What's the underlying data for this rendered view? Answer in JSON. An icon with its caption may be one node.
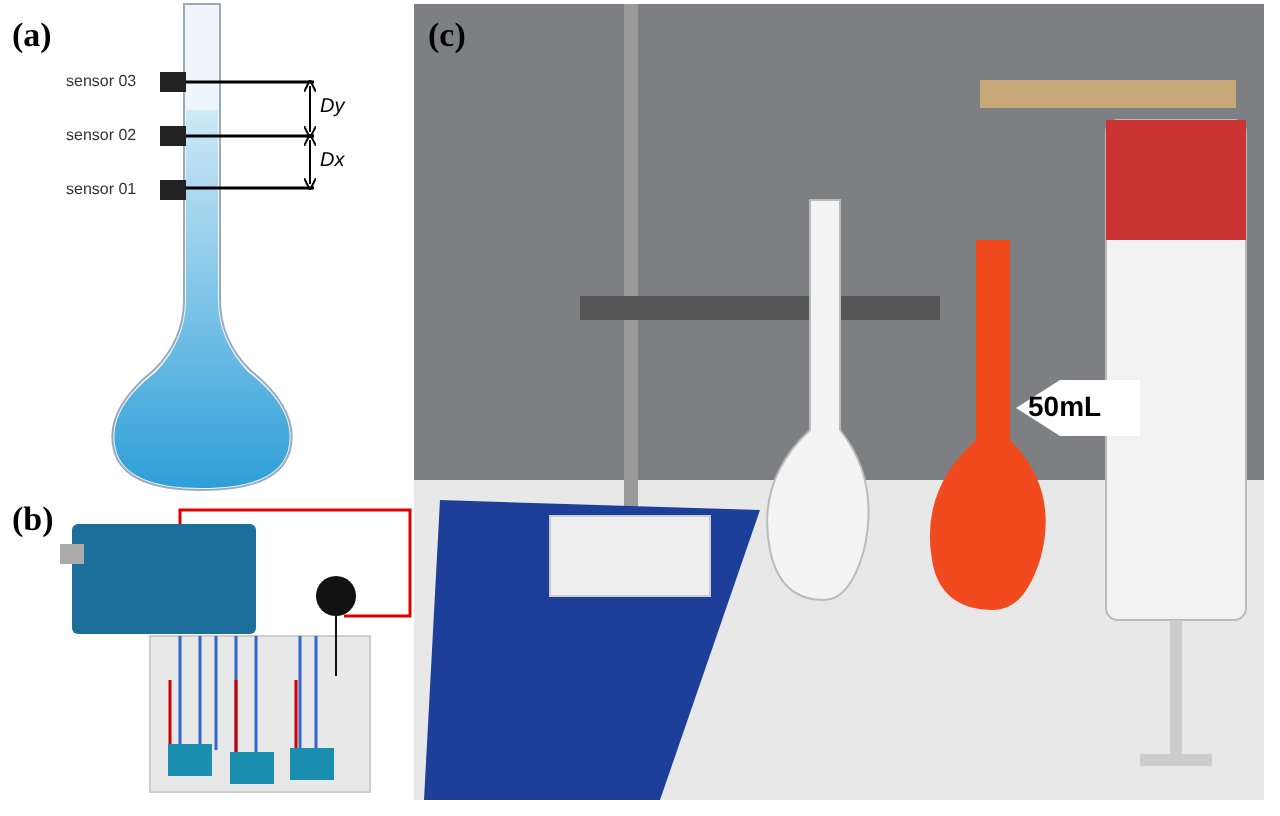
{
  "diagram": {
    "labels": [
      "(a)",
      "sensor 03",
      "sensor 02",
      "sensor 01",
      "Dy",
      "Dx",
      "(b)",
      "(c)",
      "50mL"
    ]
  }
}
